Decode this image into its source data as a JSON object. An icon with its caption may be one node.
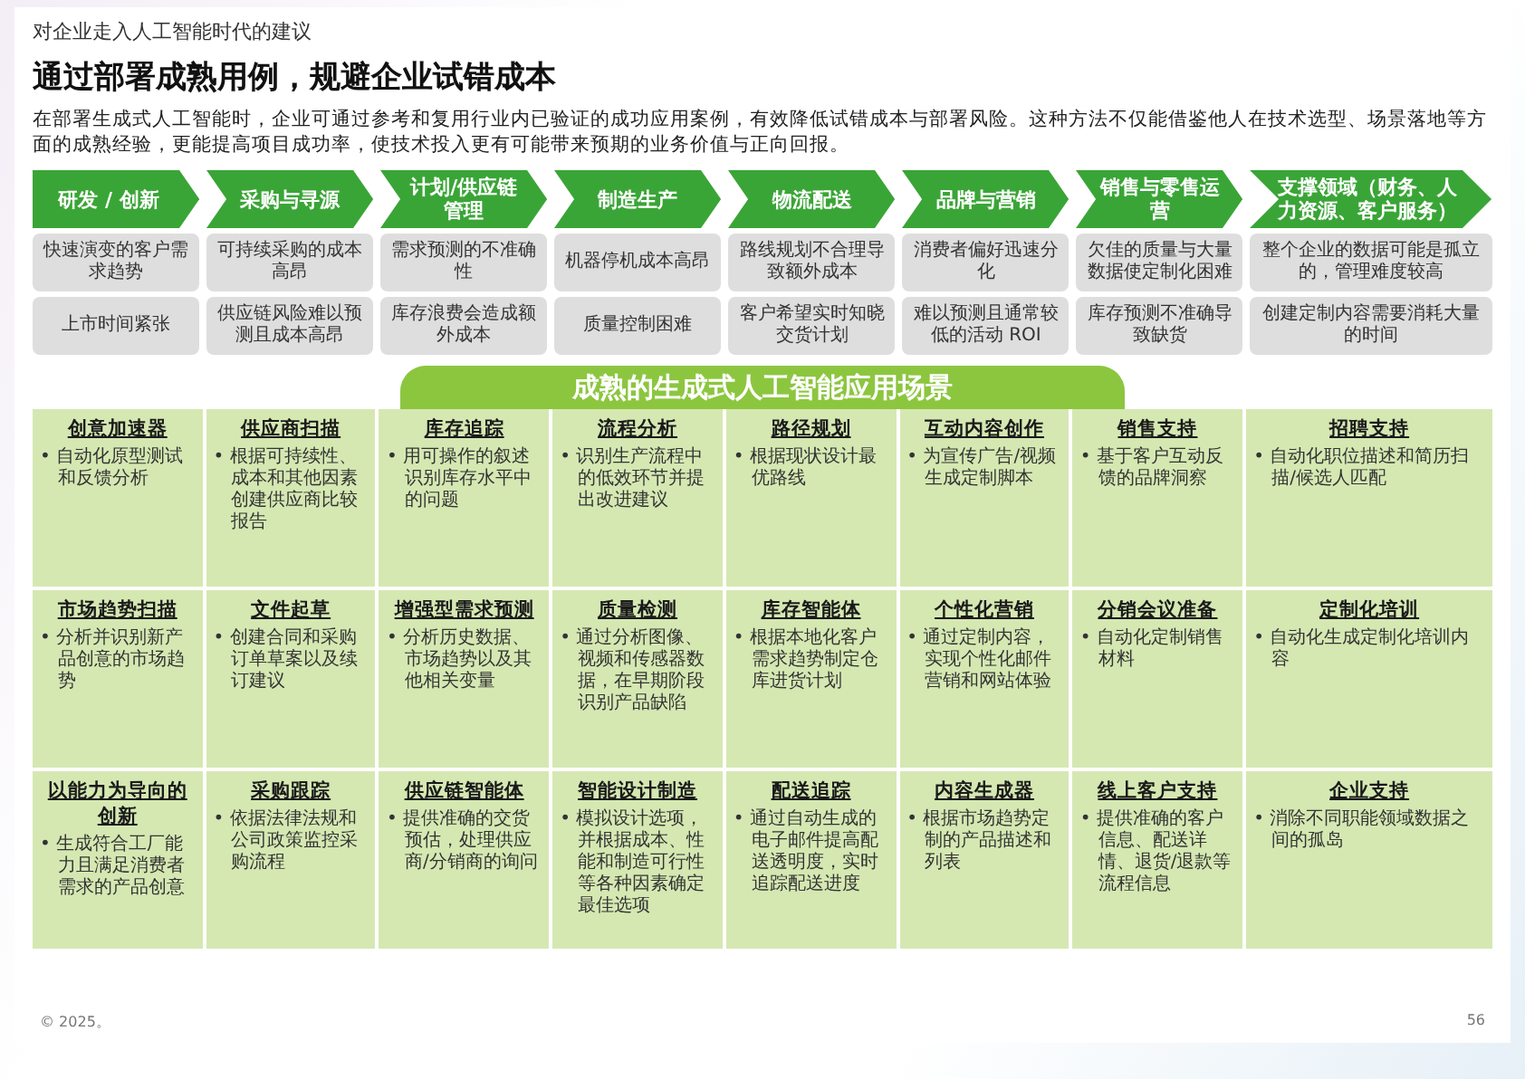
{
  "diagram": {
    "title": "通过部署成熟用例，规避企业试错成本",
    "nodes": [
      {
        "text": [
          "研发 / 创新"
        ]
      },
      {
        "text": [
          "采购与寻源"
        ]
      },
      {
        "text": [
          "计划/供应链管理"
        ]
      },
      {
        "text": [
          "制造生产"
        ]
      },
      {
        "text": [
          "物流配送"
        ]
      },
      {
        "text": [
          "品牌与营销"
        ]
      },
      {
        "text": [
          "销售与零售运营"
        ]
      },
      {
        "text": [
          "支撑领域（财务、人力资源、客户服务）"
        ]
      },
      {
        "text": [
          "快速演变的客户需求趋势"
        ]
      },
      {
        "text": [
          "可持续采购的成本高昂"
        ]
      },
      {
        "text": [
          "需求预测的不准确性"
        ]
      },
      {
        "text": [
          "机器停机成本高昂"
        ]
      },
      {
        "text": [
          "路线规划不合理导致额外成本"
        ]
      },
      {
        "text": [
          "消费者偏好迅速分化"
        ]
      },
      {
        "text": [
          "欠佳的质量与大量数据使定制化困难"
        ]
      },
      {
        "text": [
          "整个企业的数据可能是孤立的，管理难度较高"
        ]
      },
      {
        "text": [
          "上市时间紧张"
        ]
      },
      {
        "text": [
          "供应链风险难以预测且成本高昂"
        ]
      },
      {
        "text": [
          "库存浪费会造成额外成本"
        ]
      },
      {
        "text": [
          "质量控制困难"
        ]
      },
      {
        "text": [
          "客户希望实时知晓交货计划"
        ]
      },
      {
        "text": [
          "难以预测且通常较低的活动 ROI"
        ]
      },
      {
        "text": [
          "库存预测不准确导致缺货"
        ]
      },
      {
        "text": [
          "创建定制内容需要消耗大量的时间"
        ]
      },
      {
        "text": [
          "成熟的生成式人工智能应用场景"
        ]
      },
      {
        "text": [
          "创意加速器",
          "• 自动化原型测试和反馈分析"
        ]
      },
      {
        "text": [
          "供应商扫描",
          "• 根据可持续性、成本和其他因素创建供应商比较报告"
        ]
      },
      {
        "text": [
          "库存追踪",
          "• 用可操作的叙述识别库存水平中的问题"
        ]
      },
      {
        "text": [
          "流程分析",
          "• 识别生产流程中的低效环节并提出改进建议"
        ]
      },
      {
        "text": [
          "路径规划",
          "• 根据现状设计最优路线"
        ]
      },
      {
        "text": [
          "互动内容创作",
          "• 为宣传广告/视频生成定制脚本"
        ]
      },
      {
        "text": [
          "销售支持",
          "• 基于客户互动反馈的品牌洞察"
        ]
      },
      {
        "text": [
          "招聘支持",
          "• 自动化职位描述和简历扫描/候选人匹配"
        ]
      },
      {
        "text": [
          "市场趋势扫描",
          "• 分析并识别新产品创意的市场趋势"
        ]
      },
      {
        "text": [
          "文件起草",
          "• 创建合同和采购订单草案以及续订建议"
        ]
      },
      {
        "text": [
          "增强型需求预测",
          "• 分析历史数据、市场趋势以及其他相关变量"
        ]
      },
      {
        "text": [
          "质量检测",
          "• 通过分析图像、视频和传感器数据，在早期阶段识别产品缺陷"
        ]
      },
      {
        "text": [
          "库存智能体",
          "• 根据本地化客户需求趋势制定仓库进货计划"
        ]
      },
      {
        "text": [
          "个性化营销",
          "• 通过定制内容，实现个性化邮件营销和网站体验"
        ]
      },
      {
        "text": [
          "分销会议准备",
          "• 自动化定制销售材料"
        ]
      },
      {
        "text": [
          "定制化培训",
          "• 自动化生成定制化培训内容"
        ]
      },
      {
        "text": [
          "以能力为导向的创新",
          "• 生成符合工厂能力且满足消费者需求的产品创意"
        ]
      },
      {
        "text": [
          "采购跟踪",
          "• 依据法律法规和公司政策监控采购流程"
        ]
      },
      {
        "text": [
          "供应链智能体",
          "• 提供准确的交货预估，处理供应商/分销商的询问"
        ]
      },
      {
        "text": [
          "智能设计制造",
          "• 模拟设计选项，并根据成本、性能和制造可行性等各种因素确定最佳选项"
        ]
      },
      {
        "text": [
          "配送追踪",
          "• 通过自动生成的电子邮件提高配送透明度，实时追踪配送进度"
        ]
      },
      {
        "text": [
          "内容生成器",
          "• 根据市场趋势定制的产品描述和列表"
        ]
      },
      {
        "text": [
          "线上客户支持",
          "• 提供准确的客户信息、配送详情、退货/退款等流程信息"
        ]
      },
      {
        "text": [
          "企业支持",
          "• 消除不同职能领域数据之间的孤岛"
        ]
      }
    ],
    "labels": [
      "对企业走入人工智能时代的建议",
      "在部署生成式人工智能时，企业可通过参考和复用行业内已验证的成功应用案例，有效降低试错成本与部署风险。这种方法不仅能借鉴他人在技术选型、场景落地等方面的成熟经验，更能提高项目成功率，使技术投入更有可能带来预期的业务价值与正向回报。",
      "© 2025。",
      "56"
    ]
  }
}
